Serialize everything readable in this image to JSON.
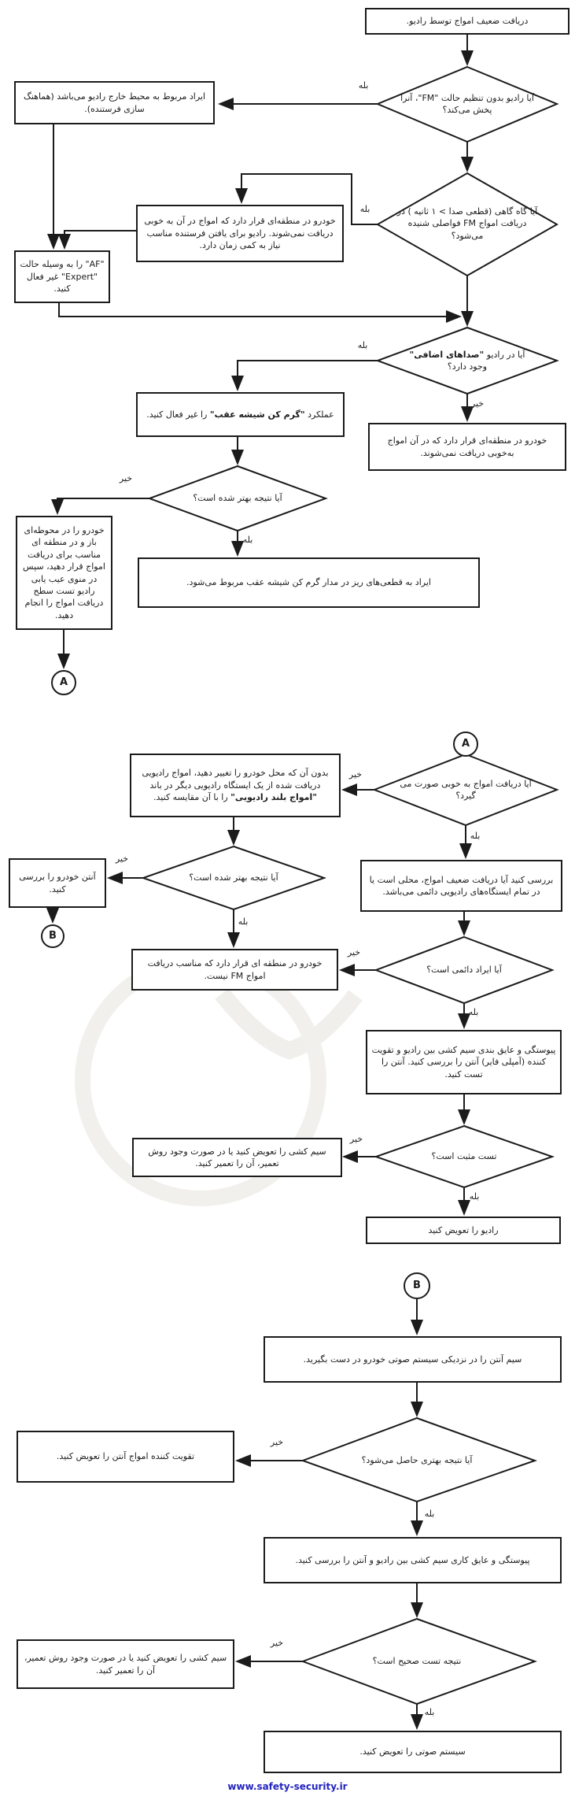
{
  "page": {
    "footer_url": "www.safety-security.ir"
  },
  "colors": {
    "ink": "#1b1b1b",
    "link": "#2424c0"
  },
  "edge_labels": {
    "yes": "بله",
    "no": "خیر"
  },
  "connectors": {
    "a": "A",
    "b": "B"
  },
  "nodes": {
    "start": "دریافت ضعیف امواج توسط رادیو.",
    "d1": "آیا رادیو بدون تنظیم حالت \"FM\"، آنرا پخش می‌کند؟",
    "box_env": "ایراد مربوط به محیط خارج رادیو می‌باشد (هماهنگ سازی فرستنده).",
    "d2": "آیا گاه گاهی (قطعی صدا > ۱ ثانیه ) در دریافت امواج FM فواصلی شنیده می‌شود؟",
    "box_region_wait": "خودرو در منطقه‌ای قرار دارد که امواج در آن به خوبی دریافت نمی‌شوند. رادیو برای یافتن فرستنده مناسب نیاز به کمی زمان دارد.",
    "box_af": "\"AF\" را به وسیله حالت \"Expert\" غیر فعال کنید.",
    "d3_pre": "آیا در رادیو",
    "d3_bold": "\"صداهای اضافی\"",
    "d3_post": "وجود دارد؟",
    "box_defrost_pre": "عملکرد",
    "box_defrost_bold": "\"گرم کن شیشه عقب\"",
    "box_defrost_post": "را غیر فعال کنید.",
    "box_region_poor": "خودرو در منطقه‌ای قرار دارد که در آن امواج به‌خوبی دریافت نمی‌شوند.",
    "d4": "آیا نتیجه بهتر شده است؟",
    "box_open_area": "خودرو را در محوطه‌ای باز و در منطقه ای مناسب برای دریافت امواج قرار دهید، سپس در منوی عیب یابی رادیو تست سطح دریافت امواج را انجام دهید.",
    "box_defrost_circuit": "ایراد به قطعی‌های ریز در مدار گرم کن شیشه عقب مربوط می‌شود.",
    "d5": "آیا دریافت امواج به خوبی صورت می گیرد؟",
    "box_compare_pre": "بدون آن که محل خودرو را تغییر دهید، امواج رادیویی دریافت شده از یک ایستگاه رادیویی دیگر در باند",
    "box_compare_bold": "\"امواج بلند رادیویی\"",
    "box_compare_post": "را با آن مقایسه کنید.",
    "box_check_stations": "بررسی کنید آیا دریافت ضعیف امواج، محلی است یا در تمام ایستگاه‌های رادیویی دائمی می‌باشد.",
    "d7": "آیا نتیجه بهتر شده است؟",
    "box_check_antenna": "آنتن خودرو را بررسی کنید.",
    "d6": "آیا ایراد دائمی است؟",
    "box_fm_region": "خودرو در منطقه ای قرار دارد که مناسب دریافت امواج FM نیست.",
    "box_wiring_amp": "پیوستگی و عایق بندی سیم کشی بین رادیو و تقویت کننده (آمپلی فایر) آنتن را بررسی کنید. آنتن را تست کنید.",
    "d8": "تست مثبت است؟",
    "box_replace_wiring_1": "سیم کشی را تعویض کنید یا در صورت وجود روش تعمیر، آن را تعمیر کنید.",
    "box_replace_radio": "رادیو را تعویض کنید",
    "box_hold_cable": "سیم آنتن را در نزدیکی سیستم صوتی خودرو در دست بگیرید.",
    "d9": "آیا نتیجه بهتری حاصل می‌شود؟",
    "box_replace_amp": "تقویت کننده امواج آنتن را تعویض کنید.",
    "box_wiring_antenna": "پیوستگی و عایق کاری سیم کشی بین رادیو و آنتن را بررسی کنید.",
    "d10": "نتیجه تست صحیح است؟",
    "box_replace_wiring_2": "سیم کشی را تعویض کنید یا در صورت وجود روش تعمیر، آن را تعمیر کنید.",
    "box_replace_audio": "سیستم صوتی را تعویض کنید."
  }
}
